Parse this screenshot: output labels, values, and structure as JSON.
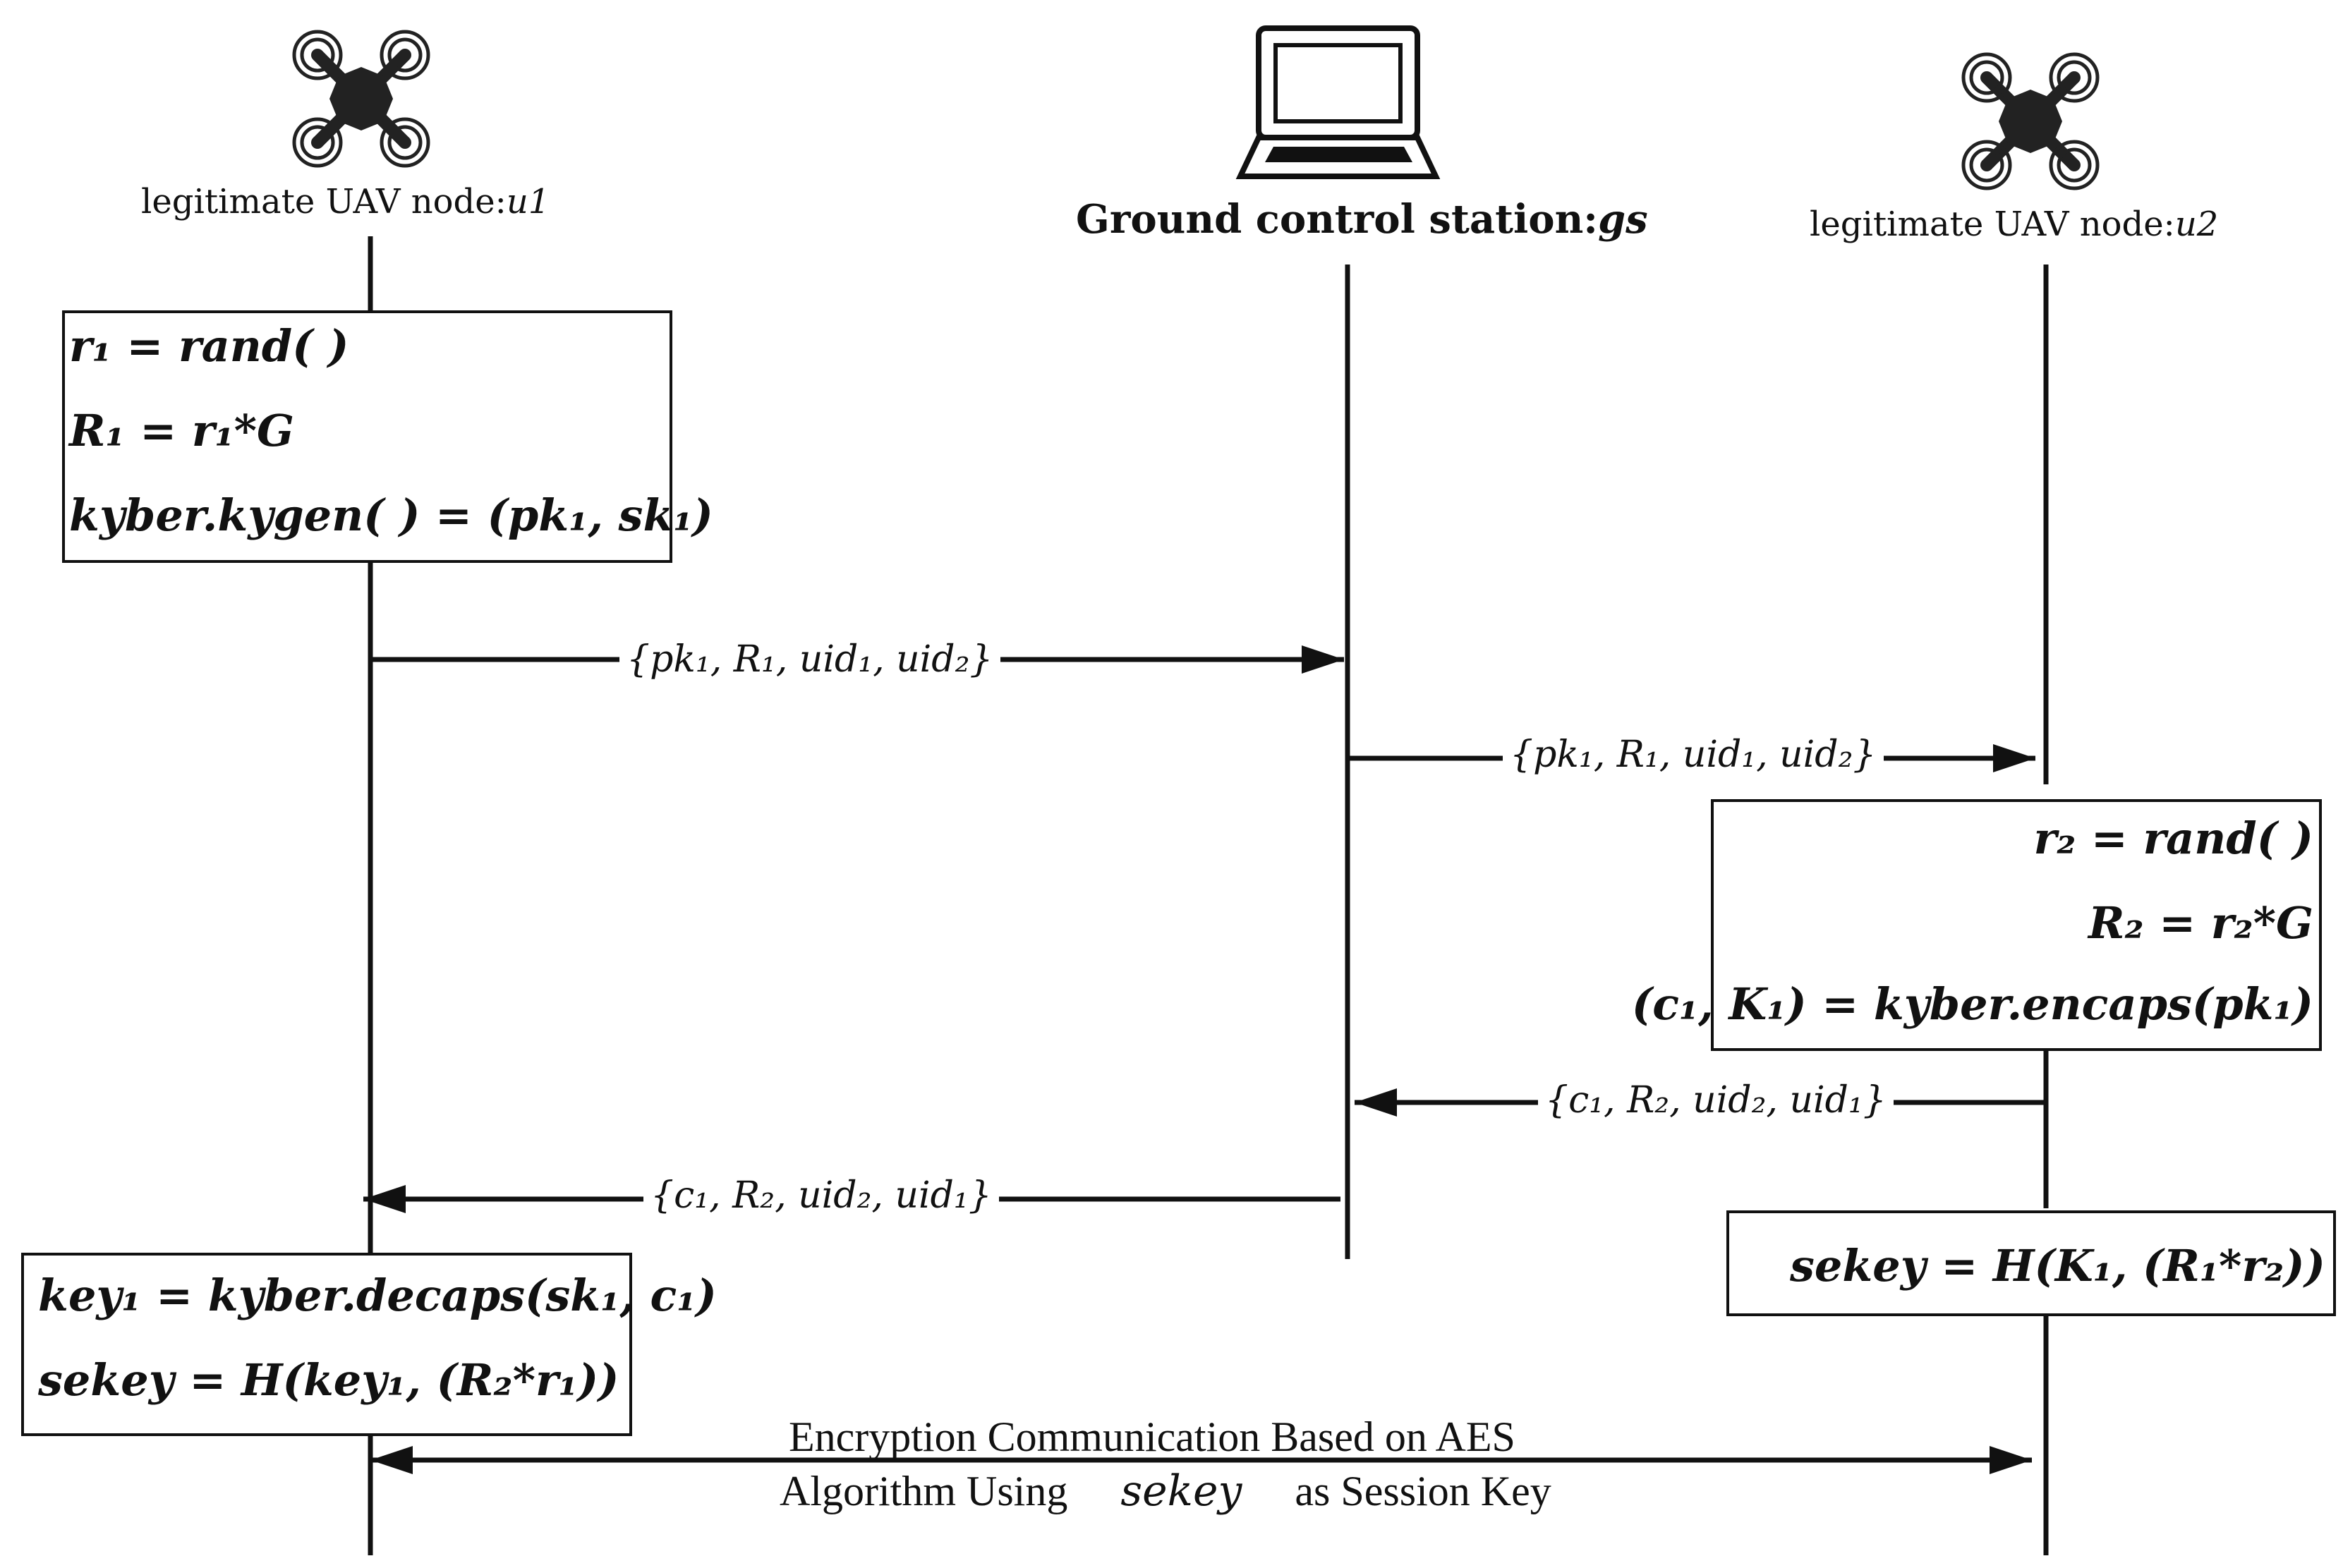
{
  "actors": {
    "u1": {
      "label_prefix": "legitimate UAV node:",
      "label_var": "u1",
      "icon": "drone-icon"
    },
    "gs": {
      "label_prefix": "Ground control station:",
      "label_var": "gs",
      "icon": "laptop-icon"
    },
    "u2": {
      "label_prefix": "legitimate UAV node:",
      "label_var": "u2",
      "icon": "drone-icon"
    }
  },
  "u1_box_1": {
    "line1": "r₁ = rand( )",
    "line2": "R₁ = r₁*G",
    "line3": "kyber.kygen( ) = (pk₁, sk₁)"
  },
  "u2_box_1": {
    "line1": "r₂ = rand( )",
    "line2": "R₂ = r₂*G",
    "line3": "(c₁, K₁) = kyber.encaps(pk₁)"
  },
  "u2_box_2": {
    "line1": "sekey = H(K₁, (R₁*r₂))"
  },
  "u1_box_2": {
    "line1": "key₁ = kyber.decaps(sk₁, c₁)",
    "line2": "sekey = H(key₁, (R₂*r₁))"
  },
  "messages": [
    {
      "from": "u1",
      "to": "gs",
      "text": "{pk₁, R₁, uid₁, uid₂}"
    },
    {
      "from": "gs",
      "to": "u2",
      "text": "{pk₁, R₁, uid₁, uid₂}"
    },
    {
      "from": "u2",
      "to": "gs",
      "text": "{c₁, R₂, uid₂, uid₁}"
    },
    {
      "from": "gs",
      "to": "u1",
      "text": "{c₁, R₂, uid₂, uid₁}"
    }
  ],
  "final_note": {
    "line1": "Encryption Communication Based on AES",
    "line2_pre": "Algorithm Using",
    "line2_var": "sekey",
    "line2_post": "as Session Key"
  }
}
